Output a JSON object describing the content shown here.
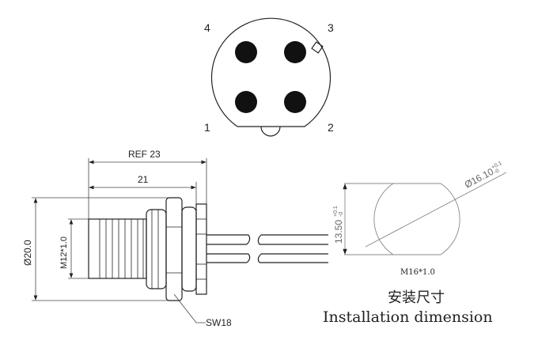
{
  "pin_face": {
    "pin_labels": [
      "1",
      "2",
      "3",
      "4"
    ]
  },
  "side_view": {
    "ref_length": "REF 23",
    "length": "21",
    "diameter": "Ø20.0",
    "thread": "M12*1.0",
    "wrench": "SW18"
  },
  "installation": {
    "diameter": "Ø16.10",
    "diameter_tol_plus": "+0.1",
    "diameter_tol_minus": "-0",
    "flat": "13.50",
    "flat_tol_plus": "+0.1",
    "flat_tol_minus": "-0",
    "thread": "M16*1.0",
    "title_cn": "安装尺寸",
    "title_en": "Installation dimension"
  }
}
